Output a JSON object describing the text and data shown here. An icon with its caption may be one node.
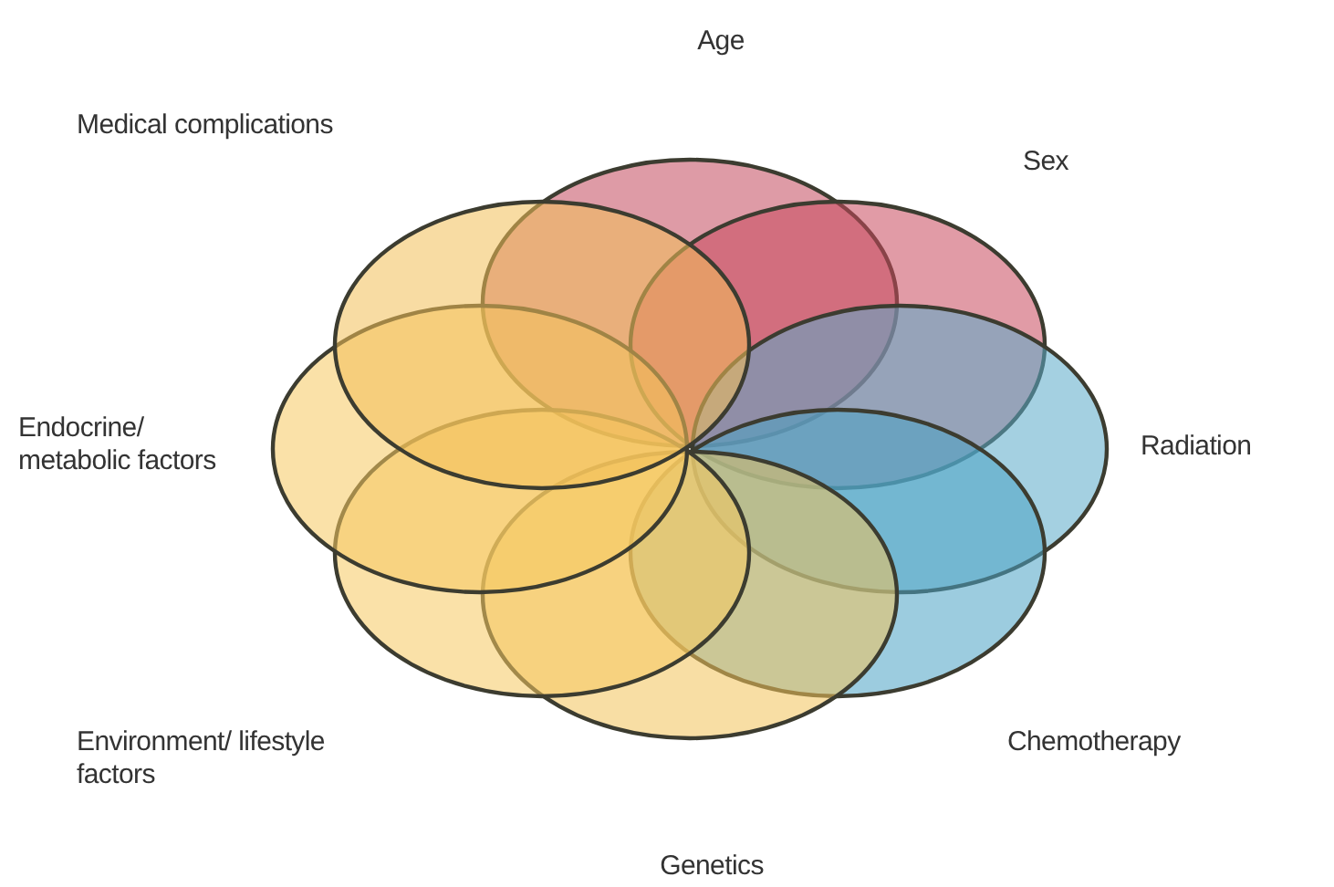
{
  "diagram": {
    "nodes": [
      {
        "text": [
          "Age"
        ]
      },
      {
        "text": [
          "Sex"
        ]
      },
      {
        "text": [
          "Radiation"
        ]
      },
      {
        "text": [
          "Chemotherapy"
        ]
      },
      {
        "text": [
          "Genetics"
        ]
      },
      {
        "text": [
          "Environment/ lifestyle factors"
        ]
      },
      {
        "text": [
          "Endocrine/ metabolic factors"
        ]
      },
      {
        "text": [
          "Medical complications"
        ]
      }
    ]
  }
}
